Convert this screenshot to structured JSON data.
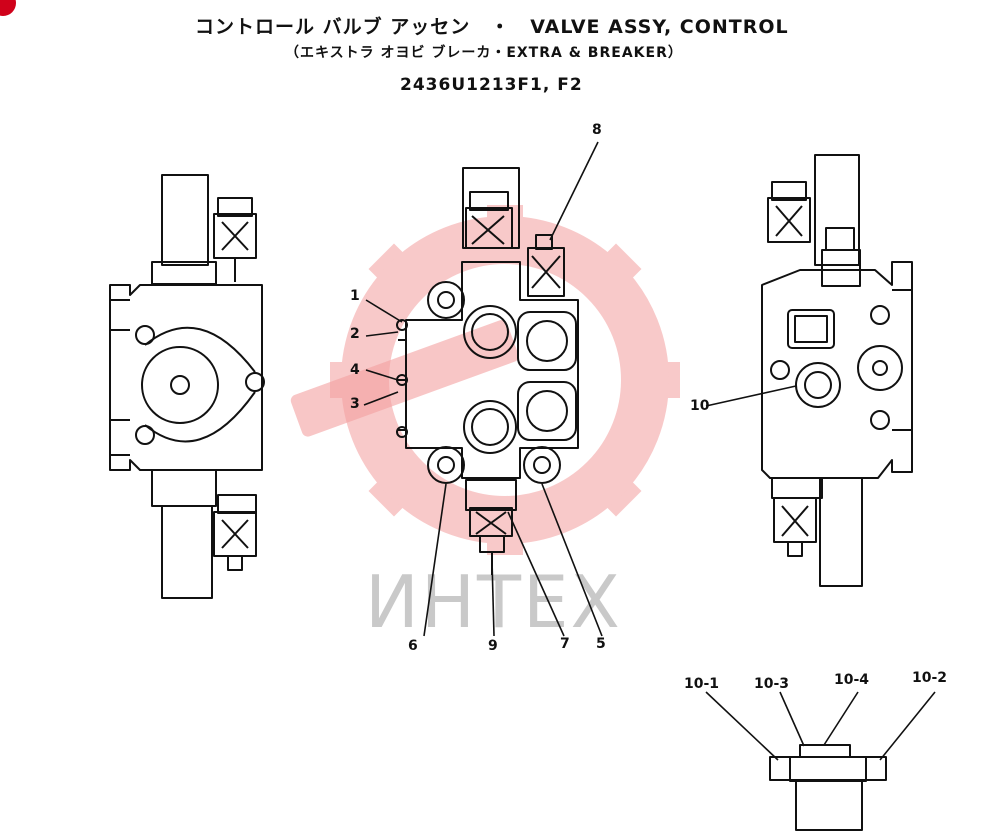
{
  "title": {
    "main": "コントロール バルブ アッセン　・　VALVE ASSY, CONTROL",
    "sub": "（エキストラ オヨビ ブレーカ・EXTRA & BREAKER）",
    "part_number": "2436U1213F1, F2"
  },
  "watermark": {
    "text": "ИНТЕХ",
    "logo": "gear-logo",
    "logo_color": "#f4a0a0"
  },
  "callouts": {
    "c1": "1",
    "c2": "2",
    "c3": "3",
    "c4": "4",
    "c5": "5",
    "c6": "6",
    "c7": "7",
    "c8": "8",
    "c9": "9",
    "c10": "10",
    "c10_1": "10-1",
    "c10_2": "10-2",
    "c10_3": "10-3",
    "c10_4": "10-4"
  },
  "colors": {
    "line": "#111111",
    "corner_badge": "#d0021b"
  }
}
